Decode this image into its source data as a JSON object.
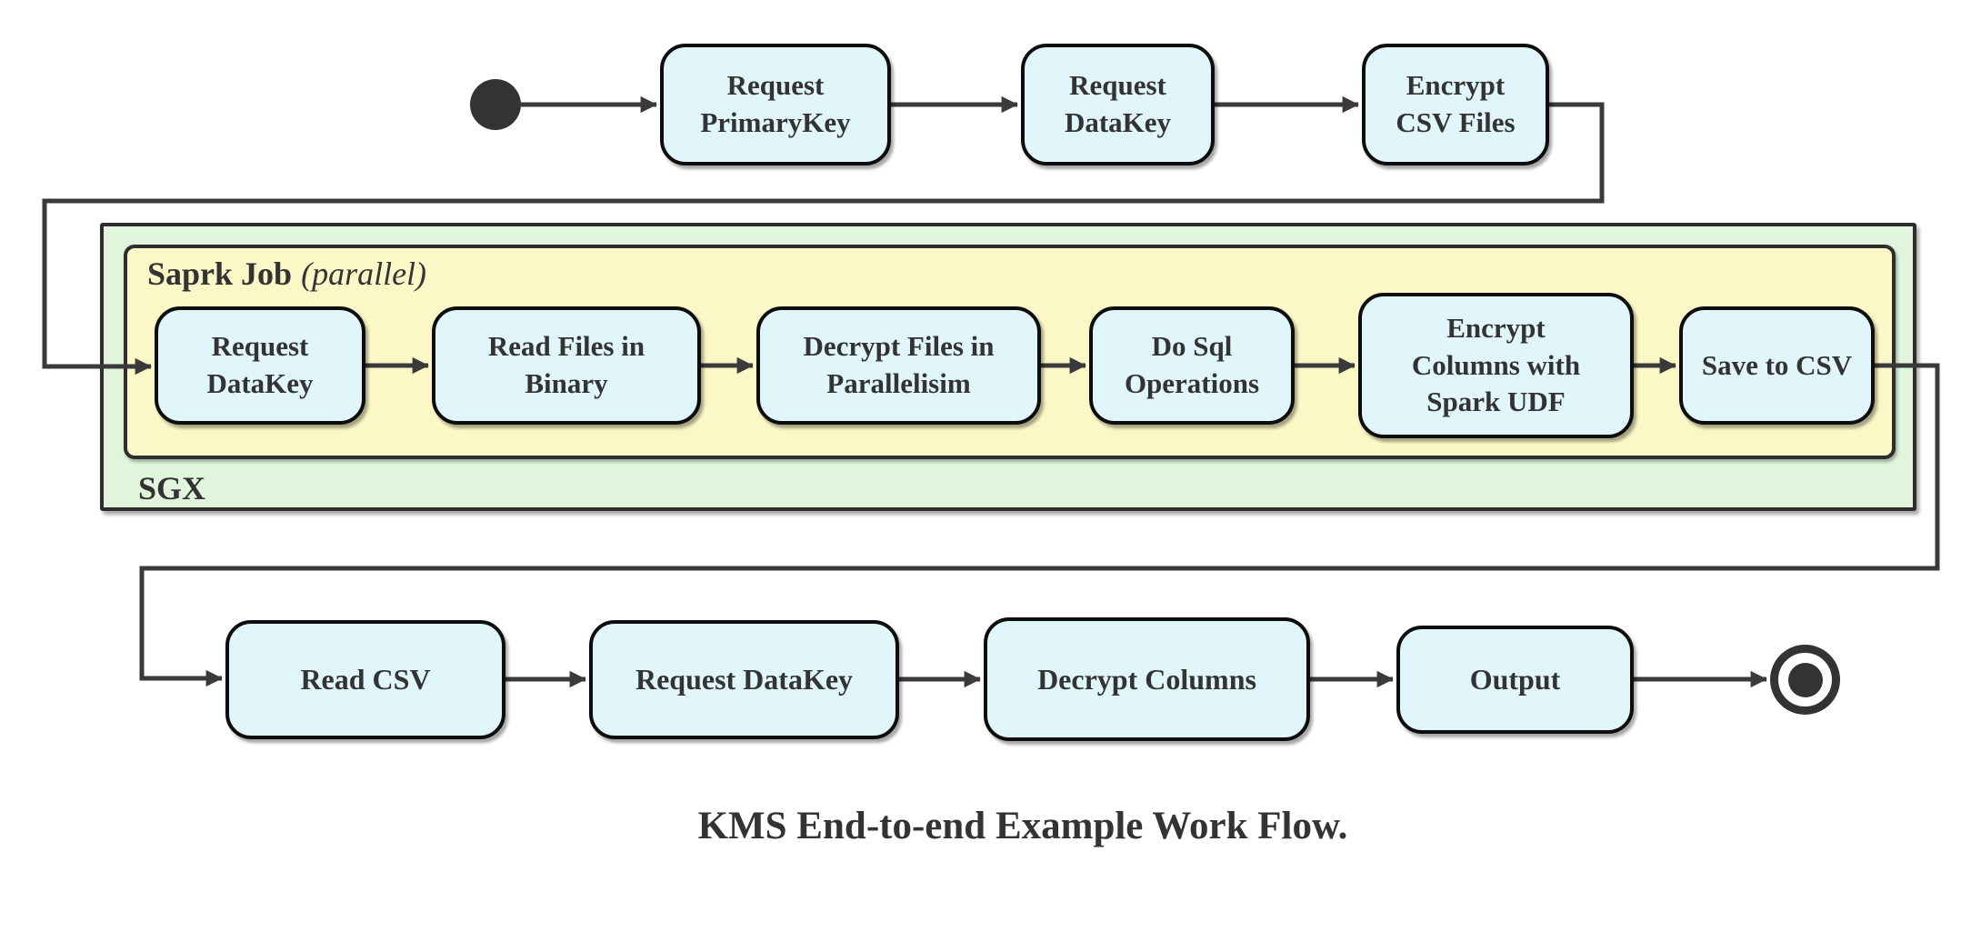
{
  "caption": "KMS End-to-end Example Work Flow.",
  "containers": {
    "sgx": {
      "label": "SGX"
    },
    "spark_job": {
      "label": "Saprk Job",
      "modifier": "(parallel)"
    }
  },
  "top_row": [
    {
      "label": "Request\nPrimaryKey"
    },
    {
      "label": "Request\nDataKey"
    },
    {
      "label": "Encrypt\nCSV Files"
    }
  ],
  "spark_row": [
    {
      "label": "Request\nDataKey"
    },
    {
      "label": "Read Files in\nBinary"
    },
    {
      "label": "Decrypt Files in\nParallelisim"
    },
    {
      "label": "Do Sql\nOperations"
    },
    {
      "label": "Encrypt\nColumns with\nSpark UDF"
    },
    {
      "label": "Save to CSV"
    }
  ],
  "bottom_row": [
    {
      "label": "Read CSV"
    },
    {
      "label": "Request DataKey"
    },
    {
      "label": "Decrypt Columns"
    },
    {
      "label": "Output"
    }
  ],
  "markers": {
    "start": "start-node",
    "end": "end-node"
  },
  "colors": {
    "node_fill": "#E0F6FA",
    "node_border": "#0d0d0d",
    "spark_container_fill": "#FBF7C6",
    "sgx_container_fill": "#E0F5DC",
    "container_border": "#2d2d2d",
    "edge": "#3a3a3a",
    "text": "#333333"
  }
}
